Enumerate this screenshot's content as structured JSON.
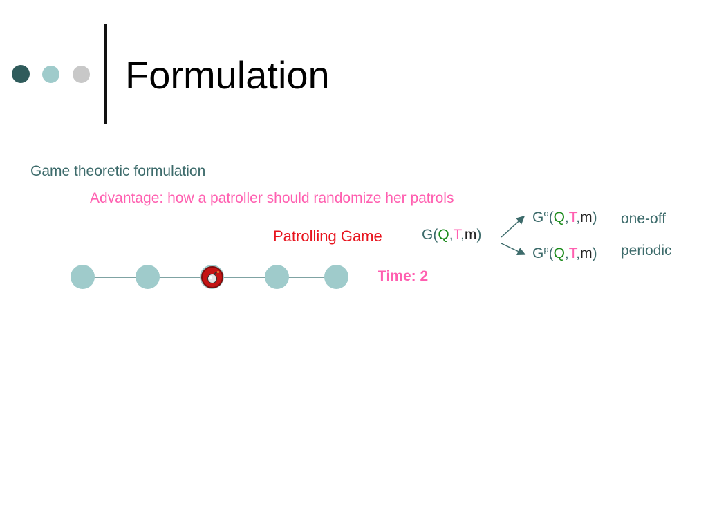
{
  "slide": {
    "title": "Formulation",
    "bullet_dot_colors": [
      "#2f5b5b",
      "#9fcbcb",
      "#c8c8c8"
    ]
  },
  "content": {
    "heading": "Game theoretic formulation",
    "advantage": "Advantage: how a patroller should randomize her patrols",
    "patrolling_game_label": "Patrolling Game",
    "time_label": "Time: 2"
  },
  "formulas": {
    "main": {
      "g": "G",
      "open": "(",
      "q": "Q",
      "c1": ",",
      "t": "T",
      "c2": ",",
      "m": "m",
      "close": ")"
    },
    "oneoff": {
      "g": "G",
      "sup": "o",
      "open": "(",
      "q": "Q",
      "c1": ",",
      "t": "T",
      "c2": ",",
      "m": "m",
      "close": ")",
      "label": "one-off"
    },
    "periodic": {
      "g": "G",
      "sup": "p",
      "open": "(",
      "q": "Q",
      "c1": ",",
      "t": "T",
      "c2": ",",
      "m": "m",
      "close": ")",
      "label": "periodic"
    }
  },
  "graph": {
    "node_count": 5,
    "patroller_at_node": 3,
    "colors": {
      "node": "#9fcbcb",
      "edge": "#7fa3a3",
      "patroller": "#c51414"
    }
  }
}
